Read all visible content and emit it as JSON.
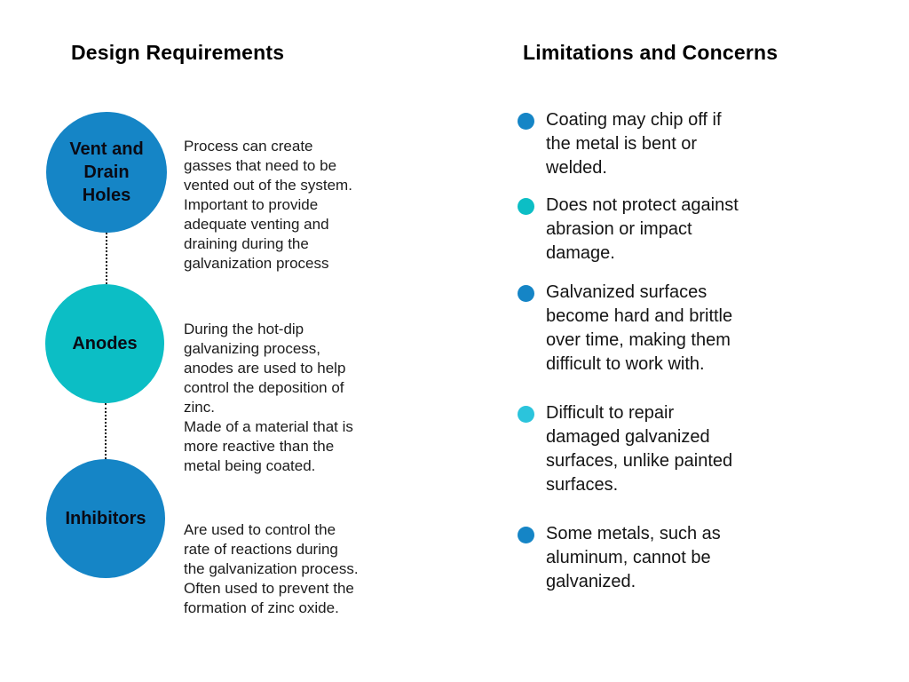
{
  "left": {
    "title": "Design Requirements",
    "items": [
      {
        "label": "Vent and\nDrain\nHoles",
        "color": "blue",
        "description": "Process can create\ngasses that need to be\nvented out of the system.\nImportant to provide\nadequate venting and\ndraining during the\ngalvanization process"
      },
      {
        "label": "Anodes",
        "color": "teal",
        "description": "During the hot-dip\ngalvanizing process,\nanodes are used to help\ncontrol the deposition of\nzinc.\nMade of a material that is\nmore reactive than the\nmetal being coated."
      },
      {
        "label": "Inhibitors",
        "color": "blue",
        "description": "Are used to control the\nrate of reactions during\nthe galvanization process.\nOften used to prevent the\nformation of zinc oxide."
      }
    ]
  },
  "right": {
    "title": "Limitations and Concerns",
    "bullets": [
      {
        "color": "blue",
        "text": "Coating may chip off if\nthe metal is bent or\nwelded."
      },
      {
        "color": "teal",
        "text": "Does not protect against\nabrasion or impact\ndamage."
      },
      {
        "color": "blue",
        "text": "Galvanized surfaces\nbecome hard and brittle\nover time, making them\ndifficult to work with."
      },
      {
        "color": "cyan",
        "text": "Difficult to repair\ndamaged galvanized\nsurfaces, unlike painted\nsurfaces."
      },
      {
        "color": "blue",
        "text": "Some metals, such as\naluminum, cannot be\ngalvanized."
      }
    ]
  },
  "colors": {
    "blue": "#1585C6",
    "teal": "#0CBEC5",
    "cyan": "#2BC4DC",
    "text": "#141414",
    "background": "#FFFFFF"
  }
}
